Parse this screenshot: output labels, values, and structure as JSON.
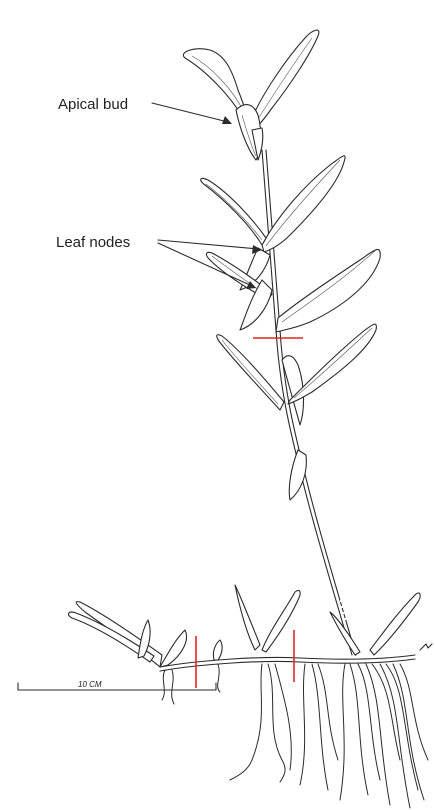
{
  "labels": {
    "apical_bud": "Apical bud",
    "leaf_nodes": "Leaf nodes",
    "scale": "10 CM"
  },
  "colors": {
    "cut_marks": "#e0261f",
    "ink": "#2b2b2b"
  }
}
